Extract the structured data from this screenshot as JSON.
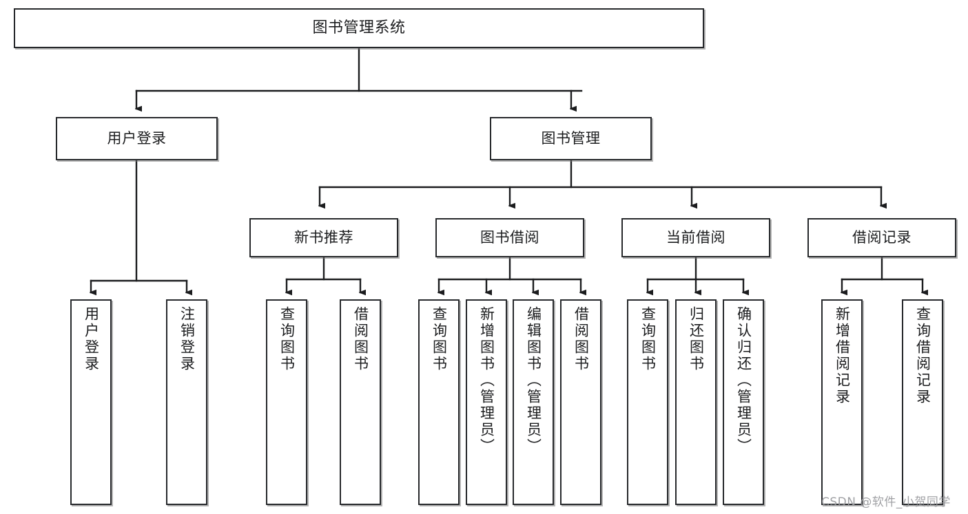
{
  "diagram": {
    "type": "tree-hierarchy-chart",
    "title": "图书管理系统",
    "orientation": "top-down",
    "colors": {
      "box_border": "#26282b",
      "box_fill": "#ffffff",
      "connector": "#1b1c1e",
      "text": "#1b1c1e",
      "watermark": "#9b9ca0",
      "background": "#ffffff"
    },
    "nodes": {
      "root": {
        "label": "图书管理系统",
        "level": 1
      },
      "level2": [
        {
          "id": "user-login",
          "label": "用户登录"
        },
        {
          "id": "book-management",
          "label": "图书管理"
        }
      ],
      "level3": [
        {
          "id": "new-book-recommend",
          "label": "新书推荐",
          "parent": "book-management"
        },
        {
          "id": "book-borrow",
          "label": "图书借阅",
          "parent": "book-management"
        },
        {
          "id": "current-borrow",
          "label": "当前借阅",
          "parent": "book-management"
        },
        {
          "id": "borrow-record",
          "label": "借阅记录",
          "parent": "book-management"
        }
      ],
      "leaves": {
        "user-login": [
          {
            "id": "leaf-user-login",
            "label": "用户登录"
          },
          {
            "id": "leaf-user-logout",
            "label": "注销登录"
          }
        ],
        "new-book-recommend": [
          {
            "id": "leaf-query-book-1",
            "label": "查询图书"
          },
          {
            "id": "leaf-borrow-book-1",
            "label": "借阅图书"
          }
        ],
        "book-borrow": [
          {
            "id": "leaf-query-book-2",
            "label": "查询图书"
          },
          {
            "id": "leaf-add-book",
            "label": "新增图书（管理员）"
          },
          {
            "id": "leaf-edit-book",
            "label": "编辑图书（管理员）"
          },
          {
            "id": "leaf-borrow-book-2",
            "label": "借阅图书"
          }
        ],
        "current-borrow": [
          {
            "id": "leaf-query-book-3",
            "label": "查询图书"
          },
          {
            "id": "leaf-return-book",
            "label": "归还图书"
          },
          {
            "id": "leaf-confirm-return",
            "label": "确认归还（管理员）"
          }
        ],
        "borrow-record": [
          {
            "id": "leaf-add-record",
            "label": "新增借阅记录"
          },
          {
            "id": "leaf-query-record",
            "label": "查询借阅记录"
          }
        ]
      }
    },
    "watermark": "CSDN @软件_小贺同学"
  }
}
